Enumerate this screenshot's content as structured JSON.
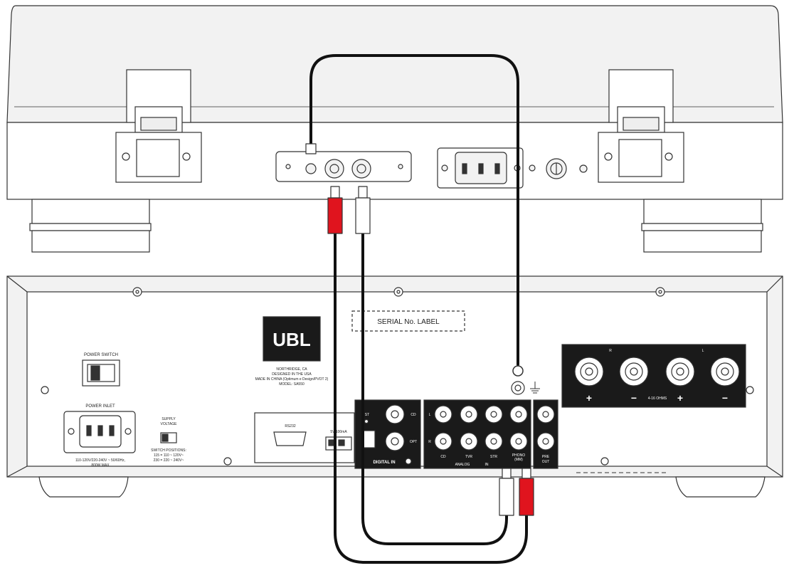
{
  "colors": {
    "accent_red": "#e0141e",
    "outline": "#333333",
    "panel_dark": "#1a1a1a",
    "body_fill": "#f2f2f2"
  },
  "icons": {
    "ground": "ground-icon",
    "screw": "screw-icon"
  },
  "amplifier": {
    "brand": "UBL",
    "serial_label": "SERIAL No. LABEL",
    "power_switch": "POWER SWITCH",
    "power_inlet": "POWER INLET",
    "power_rating_1": "110-120V/220-240V ~ 50/60Hz,",
    "power_rating_2": "800W MAX",
    "supply_voltage_1": "SUPPLY",
    "supply_voltage_2": "VOLTAGE",
    "switch_positions": "SWITCH POSITIONS:",
    "switch_pos_1": "115 = 110 ~ 120V~",
    "switch_pos_2": "230 = 220 ~ 240V~",
    "address_1": "NORTHRIDGE, CA",
    "address_2": "DESIGNED IN THE USA",
    "address_3": "MADE IN CHINA (Optimum e Design/PVOT 2)",
    "model": "MODEL: SA550",
    "rs232": "RS232",
    "trigger": "5V 100mA",
    "digital": {
      "label": "DIGITAL IN",
      "st": "ST",
      "cd": "CD",
      "opt": "OPT"
    },
    "analog": {
      "label": "ANALOG",
      "in": "IN",
      "row_l": "L",
      "row_r": "R",
      "inputs": [
        "CD",
        "TVR",
        "STR"
      ],
      "phono_1": "PHONO",
      "phono_2": "(MM)"
    },
    "pre_out_1": "PRE",
    "pre_out_2": "OUT",
    "speaker": {
      "r": "R",
      "l": "L",
      "ohms": "4-16 OHMS",
      "plus": "+",
      "minus": "−"
    }
  }
}
